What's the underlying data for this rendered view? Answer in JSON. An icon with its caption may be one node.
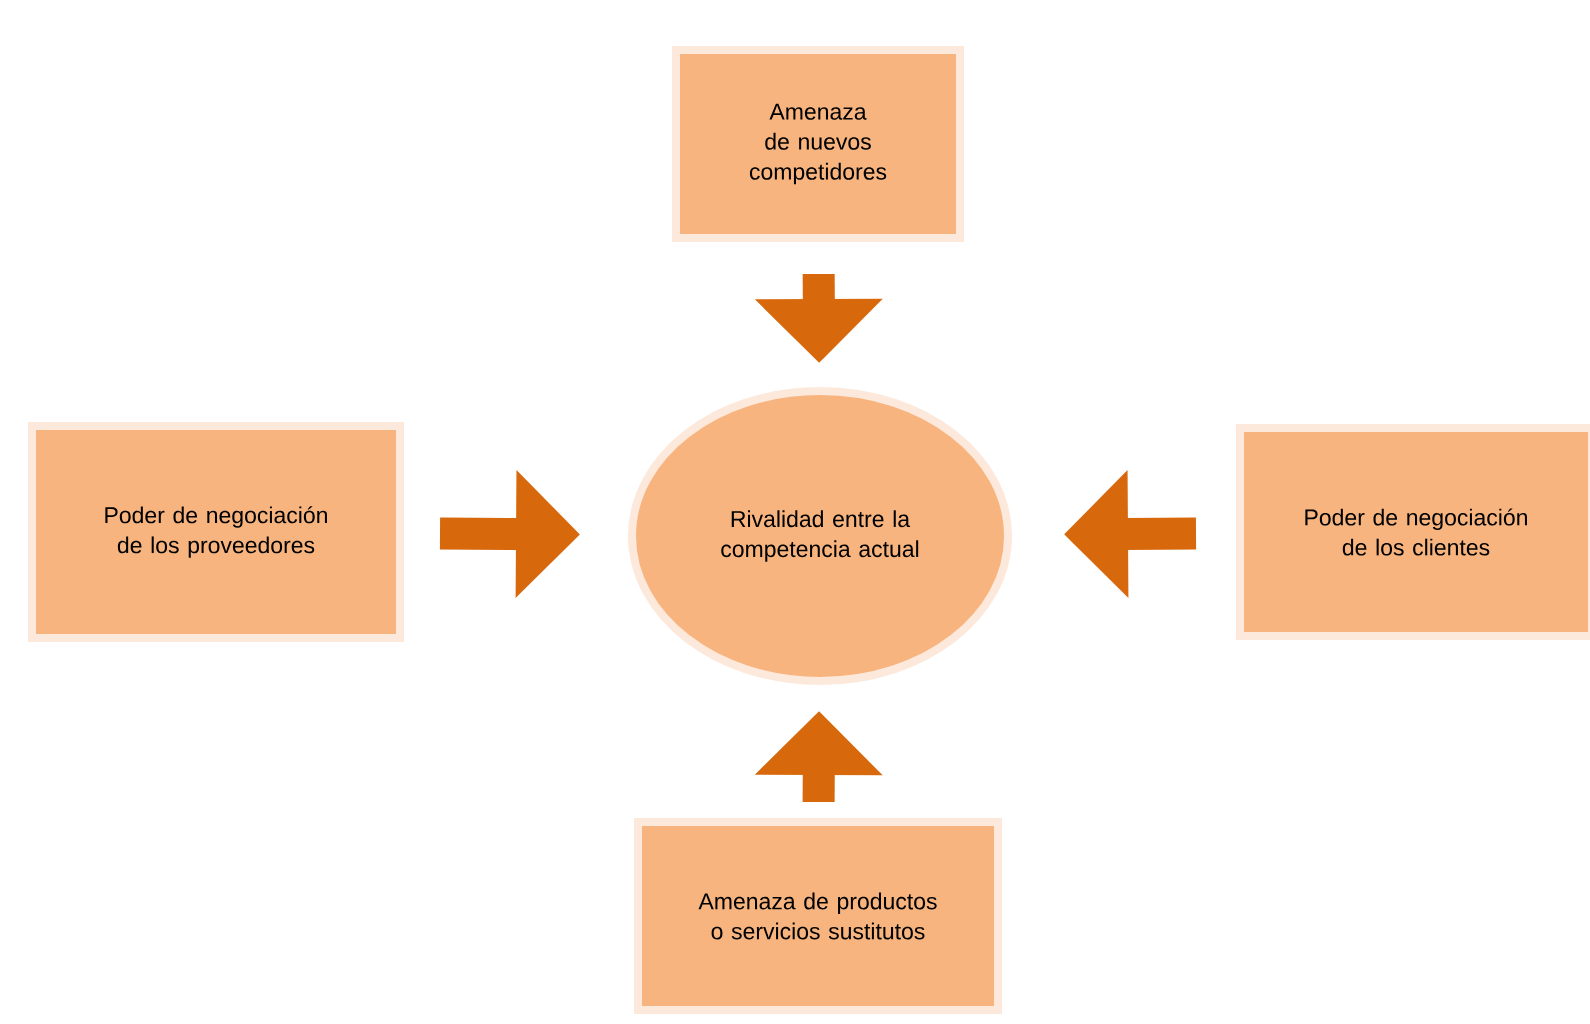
{
  "diagram": {
    "nodes": [
      {
        "text": [
          "Amenaza de nuevos competidores"
        ]
      },
      {
        "text": [
          "Poder de negociación de los proveedores"
        ]
      },
      {
        "text": [
          "Rivalidad entre la competencia actual"
        ]
      },
      {
        "text": [
          "Poder de negociación de los clientes"
        ]
      },
      {
        "text": [
          "Amenaza de productos o servicios sustitutos"
        ]
      }
    ],
    "edges": [
      {
        "from": 0,
        "to": 2,
        "arrow": "to"
      },
      {
        "from": 1,
        "to": 2,
        "arrow": "to"
      },
      {
        "from": 3,
        "to": 2,
        "arrow": "to"
      },
      {
        "from": 4,
        "to": 2,
        "arrow": "to"
      }
    ]
  }
}
